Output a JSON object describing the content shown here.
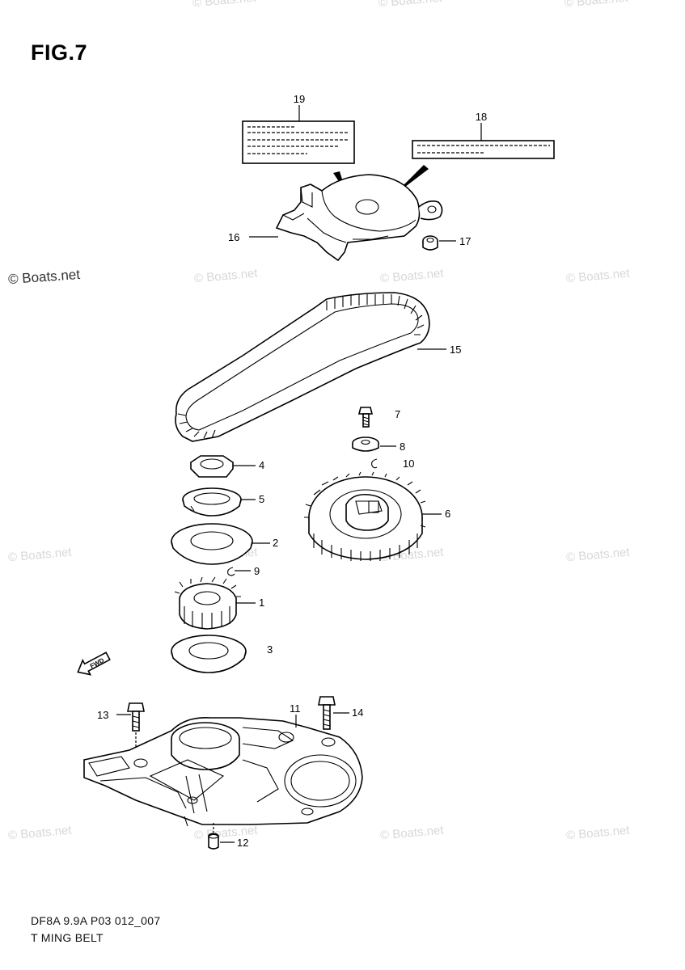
{
  "figure": {
    "title": "FIG.7",
    "code": "DF8A 9.9A P03 012_007",
    "caption": "T MING BELT"
  },
  "watermark": {
    "text": "© Boats.net"
  },
  "callouts": [
    {
      "id": "1",
      "label": "1"
    },
    {
      "id": "2",
      "label": "2"
    },
    {
      "id": "3",
      "label": "3"
    },
    {
      "id": "4",
      "label": "4"
    },
    {
      "id": "5",
      "label": "5"
    },
    {
      "id": "6",
      "label": "6"
    },
    {
      "id": "7",
      "label": "7"
    },
    {
      "id": "8",
      "label": "8"
    },
    {
      "id": "9",
      "label": "9"
    },
    {
      "id": "10",
      "label": "10"
    },
    {
      "id": "11",
      "label": "11"
    },
    {
      "id": "12",
      "label": "12"
    },
    {
      "id": "13",
      "label": "13"
    },
    {
      "id": "14",
      "label": "14"
    },
    {
      "id": "15",
      "label": "15"
    },
    {
      "id": "16",
      "label": "16"
    },
    {
      "id": "17",
      "label": "17"
    },
    {
      "id": "18",
      "label": "18"
    },
    {
      "id": "19",
      "label": "19"
    }
  ],
  "fwd_arrow": {
    "text": "FWD"
  }
}
